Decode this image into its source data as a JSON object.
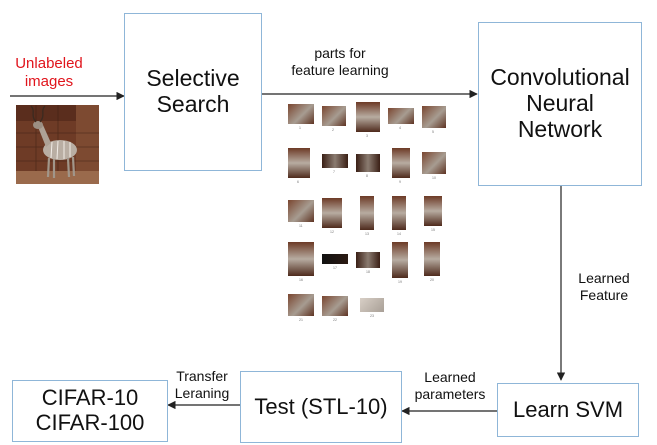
{
  "input": {
    "label_line1": "Unlabeled",
    "label_line2": "images",
    "label_color": "#e0141c",
    "image_subject": "kudu-antelope-photo"
  },
  "boxes": {
    "selective_search": {
      "line1": "Selective",
      "line2": "Search"
    },
    "cnn": {
      "line1": "Convolutional",
      "line2": "Neural",
      "line3": "Network"
    },
    "svm": {
      "line1": "Learn SVM"
    },
    "test": {
      "line1": "Test (STL-10)"
    },
    "cifar": {
      "line1": "CIFAR-10",
      "line2": "CIFAR-100"
    }
  },
  "edge_labels": {
    "parts": {
      "line1": "parts for",
      "line2": "feature learning"
    },
    "learned_feature": {
      "line1": "Learned",
      "line2": "Feature"
    },
    "learned_parameters": {
      "line1": "Learned",
      "line2": "parameters"
    },
    "transfer": {
      "line1": "Transfer",
      "line2": "Leraning"
    }
  },
  "colors": {
    "box_border": "#8fb6d8",
    "arrow": "#222222",
    "input_label": "#e0141c"
  },
  "part_thumbnails": {
    "count": 23,
    "numbers": [
      "1",
      "2",
      "3",
      "4",
      "5",
      "6",
      "7",
      "8",
      "9",
      "10",
      "11",
      "12",
      "13",
      "14",
      "15",
      "16",
      "17",
      "18",
      "19",
      "20",
      "21",
      "22",
      "23"
    ]
  }
}
